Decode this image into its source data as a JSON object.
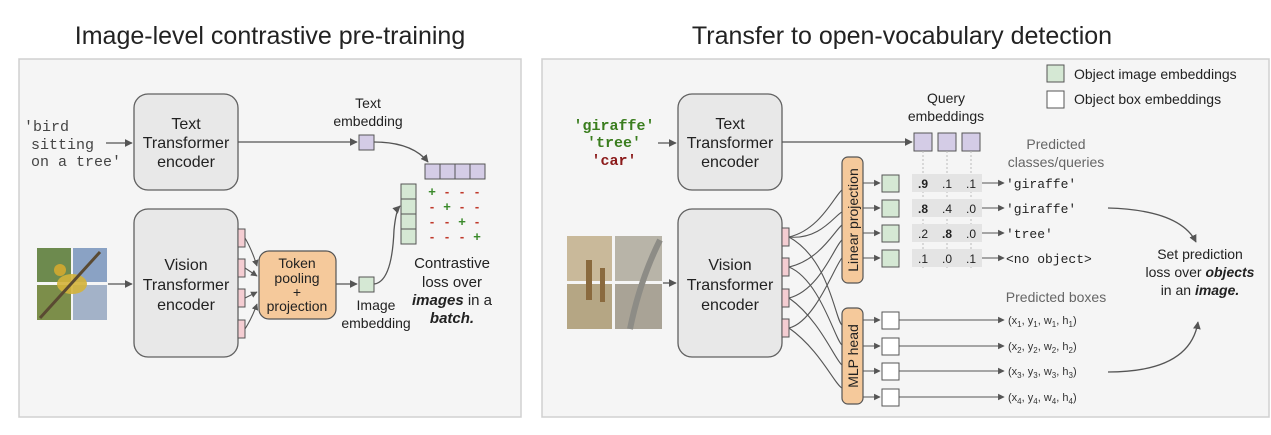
{
  "left_panel": {
    "title": "Image-level contrastive pre-training",
    "text_input": [
      "'bird",
      "sitting",
      "on a tree'"
    ],
    "text_encoder": [
      "Text",
      "Transformer",
      "encoder"
    ],
    "vision_encoder": [
      "Vision",
      "Transformer",
      "encoder"
    ],
    "text_embedding_label": [
      "Text",
      "embedding"
    ],
    "token_pooling": [
      "Token",
      "pooling",
      "+",
      "projection"
    ],
    "image_embedding_label": [
      "Image",
      "embedding"
    ],
    "matrix_rows": [
      [
        "+",
        "-",
        "-",
        "-"
      ],
      [
        "-",
        "+",
        "-",
        "-"
      ],
      [
        "-",
        "-",
        "+",
        "-"
      ],
      [
        "-",
        "-",
        "-",
        "+"
      ]
    ],
    "loss_text": {
      "line1": "Contrastive",
      "line2": "loss over",
      "line3_em": "images",
      "line3_rest": " in a",
      "line4_em": "batch."
    }
  },
  "right_panel": {
    "title": "Transfer to open-vocabulary detection",
    "queries": [
      "'giraffe'",
      "'tree'",
      "'car'"
    ],
    "text_encoder": [
      "Text",
      "Transformer",
      "encoder"
    ],
    "vision_encoder": [
      "Vision",
      "Transformer",
      "encoder"
    ],
    "query_embeddings_label": [
      "Query",
      "embeddings"
    ],
    "linear_projection": "Linear projection",
    "mlp_head": "MLP head",
    "predicted_classes_label": [
      "Predicted",
      "classes/queries"
    ],
    "score_rows": [
      {
        "scores": [
          ".9",
          ".1",
          ".1"
        ],
        "bold": 0,
        "label": "'giraffe'"
      },
      {
        "scores": [
          ".8",
          ".4",
          ".0"
        ],
        "bold": 0,
        "label": "'giraffe'"
      },
      {
        "scores": [
          ".2",
          ".8",
          ".0"
        ],
        "bold": 1,
        "label": "'tree'"
      },
      {
        "scores": [
          ".1",
          ".0",
          ".1"
        ],
        "bold": -1,
        "label": "<no object>"
      }
    ],
    "predicted_boxes_label": "Predicted boxes",
    "boxes": [
      {
        "base": [
          "x",
          "y",
          "w",
          "h"
        ],
        "sub": "1"
      },
      {
        "base": [
          "x",
          "y",
          "w",
          "h"
        ],
        "sub": "2"
      },
      {
        "base": [
          "x",
          "y",
          "w",
          "h"
        ],
        "sub": "3"
      },
      {
        "base": [
          "x",
          "y",
          "w",
          "h"
        ],
        "sub": "4"
      }
    ],
    "set_loss": {
      "line1": "Set prediction",
      "line2_pre": "loss over ",
      "line2_em": "objects",
      "line3_pre": "in an ",
      "line3_em": "image."
    },
    "legend": [
      {
        "label": "Object image embeddings",
        "swatch": "green"
      },
      {
        "label": "Object box embeddings",
        "swatch": "white"
      }
    ]
  },
  "colors": {
    "panel_bg": "#f5f5f5",
    "panel_border": "#d0d0d0",
    "encoder_fill": "#e8e8e8",
    "encoder_stroke": "#606060",
    "text_emb_purple": "#d4cce6",
    "image_emb_green": "#d5e8d4",
    "token_orange": "#f5c99b",
    "patch_pink": "#f4cdd2",
    "query_green": "#3a7d1e",
    "query_darkred": "#8b1a1a",
    "plus_green": "#3a8a2a",
    "minus_red": "#c0392b",
    "arrow": "#555555"
  }
}
